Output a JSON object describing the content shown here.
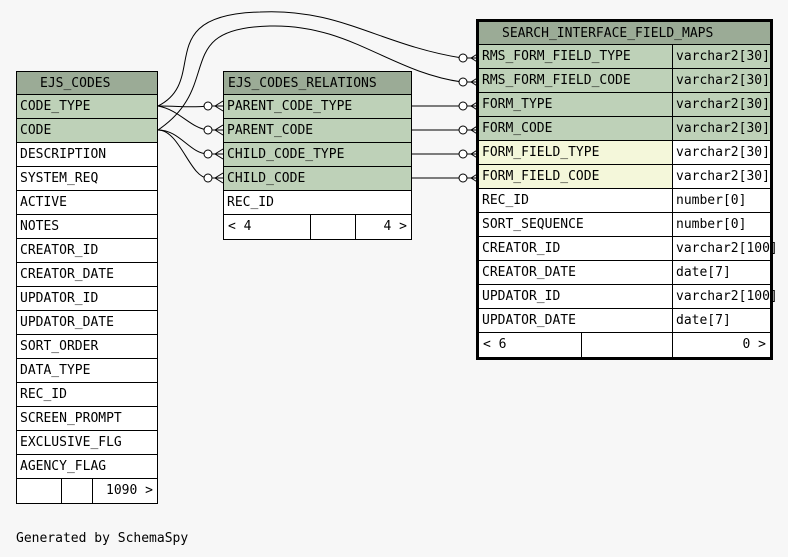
{
  "tables": {
    "ejs_codes": {
      "title": "EJS_CODES",
      "columns": [
        "CODE_TYPE",
        "CODE",
        "DESCRIPTION",
        "SYSTEM_REQ",
        "ACTIVE",
        "NOTES",
        "CREATOR_ID",
        "CREATOR_DATE",
        "UPDATOR_ID",
        "UPDATOR_DATE",
        "SORT_ORDER",
        "DATA_TYPE",
        "REC_ID",
        "SCREEN_PROMPT",
        "EXCLUSIVE_FLG",
        "AGENCY_FLAG"
      ],
      "footer": {
        "left": "",
        "middle": "",
        "right": "1090 >"
      }
    },
    "ejs_codes_relations": {
      "title": "EJS_CODES_RELATIONS",
      "columns": [
        "PARENT_CODE_TYPE",
        "PARENT_CODE",
        "CHILD_CODE_TYPE",
        "CHILD_CODE",
        "REC_ID"
      ],
      "footer": {
        "left": "< 4",
        "middle": "",
        "right": "4 >"
      }
    },
    "search_interface_field_maps": {
      "title": "SEARCH_INTERFACE_FIELD_MAPS",
      "columns": [
        {
          "name": "RMS_FORM_FIELD_TYPE",
          "type": "varchar2[30]"
        },
        {
          "name": "RMS_FORM_FIELD_CODE",
          "type": "varchar2[30]"
        },
        {
          "name": "FORM_TYPE",
          "type": "varchar2[30]"
        },
        {
          "name": "FORM_CODE",
          "type": "varchar2[30]"
        },
        {
          "name": "FORM_FIELD_TYPE",
          "type": "varchar2[30]"
        },
        {
          "name": "FORM_FIELD_CODE",
          "type": "varchar2[30]"
        },
        {
          "name": "REC_ID",
          "type": "number[0]"
        },
        {
          "name": "SORT_SEQUENCE",
          "type": "number[0]"
        },
        {
          "name": "CREATOR_ID",
          "type": "varchar2[100]"
        },
        {
          "name": "CREATOR_DATE",
          "type": "date[7]"
        },
        {
          "name": "UPDATOR_ID",
          "type": "varchar2[100]"
        },
        {
          "name": "UPDATOR_DATE",
          "type": "date[7]"
        }
      ],
      "footer": {
        "left": "< 6",
        "middle": "",
        "right": "0 >"
      }
    }
  },
  "credit": "Generated by SchemaSpy",
  "colors": {
    "header": "#9bab96",
    "key_row": "#bed1b8",
    "index_row": "#f4f7da",
    "background": "#f7f7f7"
  }
}
